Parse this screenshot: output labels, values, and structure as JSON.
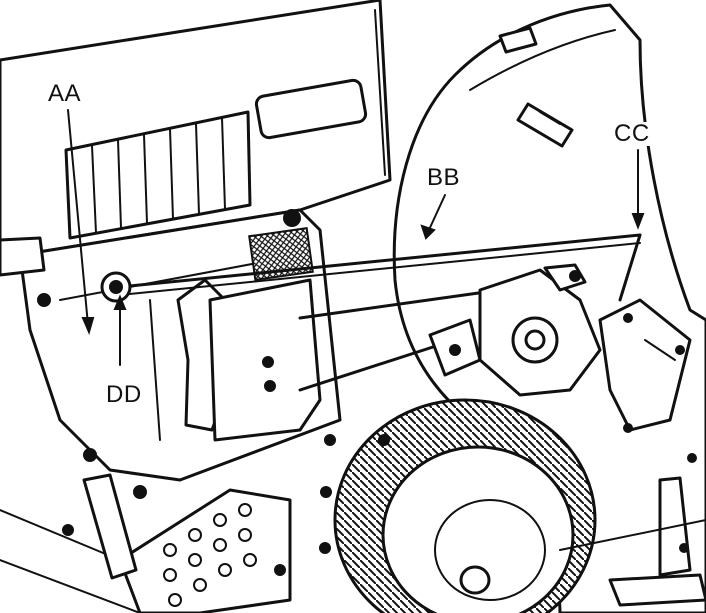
{
  "labels": {
    "aa": "AA",
    "bb": "BB",
    "cc": "CC",
    "dd": "DD"
  },
  "colors": {
    "ink": "#111111",
    "paper": "#ffffff"
  }
}
